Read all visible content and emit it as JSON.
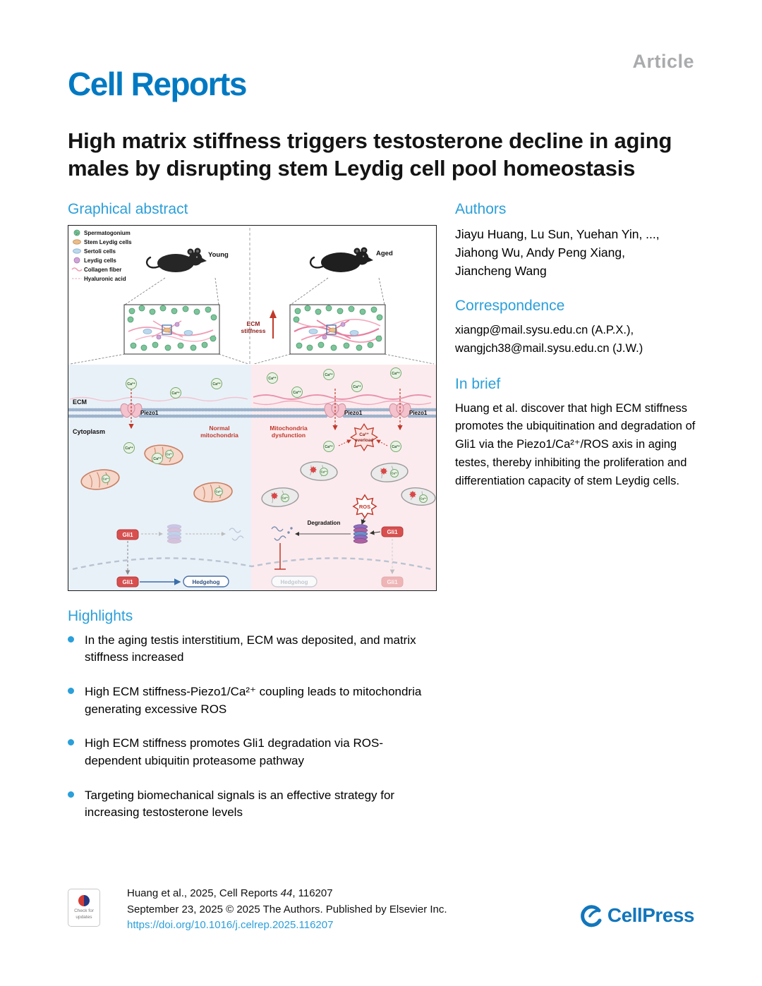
{
  "header": {
    "journal": "Cell Reports",
    "article_type": "Article"
  },
  "title": "High matrix stiffness triggers testosterone decline in aging males by disrupting stem Leydig cell pool homeostasis",
  "sections": {
    "graphical_abstract_heading": "Graphical abstract",
    "authors_heading": "Authors",
    "correspondence_heading": "Correspondence",
    "in_brief_heading": "In brief",
    "highlights_heading": "Highlights"
  },
  "authors": "Jiayu Huang, Lu Sun, Yuehan Yin, ...,\nJiahong Wu, Andy Peng Xiang,\nJiancheng Wang",
  "correspondence": "xiangp@mail.sysu.edu.cn (A.P.X.),\nwangjch38@mail.sysu.edu.cn (J.W.)",
  "in_brief": "Huang et al. discover that high ECM stiffness promotes the ubiquitination and degradation of Gli1 via the Piezo1/Ca²⁺/ROS axis in aging testes, thereby inhibiting the proliferation and differentiation capacity of stem Leydig cells.",
  "highlights": [
    "In the aging testis interstitium, ECM was deposited, and matrix stiffness increased",
    "High ECM stiffness-Piezo1/Ca²⁺ coupling leads to mitochondria generating excessive ROS",
    "High ECM stiffness promotes Gli1 degradation via ROS-dependent ubiquitin proteasome pathway",
    "Targeting biomechanical signals is an effective strategy for increasing testosterone levels"
  ],
  "figure": {
    "legend": [
      "Spermatogonium",
      "Stem Leydig cells",
      "Sertoli cells",
      "Leydig cells",
      "Collagen fiber",
      "Hyaluronic acid"
    ],
    "young_label": "Young",
    "aged_label": "Aged",
    "ecm_stiffness_line1": "ECM",
    "ecm_stiffness_line2": "stiffness",
    "ecm_label": "ECM",
    "cytoplasm_label": "Cytoplasm",
    "piezo1_label": "Piezo1",
    "ca_label": "Ca²⁺",
    "normal_mito_line1": "Normal",
    "normal_mito_line2": "mitochondria",
    "mito_dys_line1": "Mitochondria",
    "mito_dys_line2": "dysfunction",
    "ca_overload_line1": "Ca²⁺",
    "ca_overload_line2": "overload",
    "ros_label": "ROS",
    "degradation_label": "Degradation",
    "gli1_label": "Gli1",
    "hedgehog_label": "Hedgehog"
  },
  "footer": {
    "citation_prefix": "Huang et al., 2025, Cell Reports ",
    "citation_volume": "44",
    "citation_suffix": ", 116207",
    "citation_line2": "September 23, 2025 © 2025 The Authors. Published by Elsevier Inc.",
    "doi": "https://doi.org/10.1016/j.celrep.2025.116207",
    "publisher_cell": "Cell",
    "publisher_press": "Press",
    "badge_line1": "Check for",
    "badge_line2": "updates"
  },
  "colors": {
    "brand_blue": "#0079c2",
    "accent_blue": "#2b9fd9",
    "article_gray": "#a9abad",
    "figure_red": "#c0392b"
  }
}
